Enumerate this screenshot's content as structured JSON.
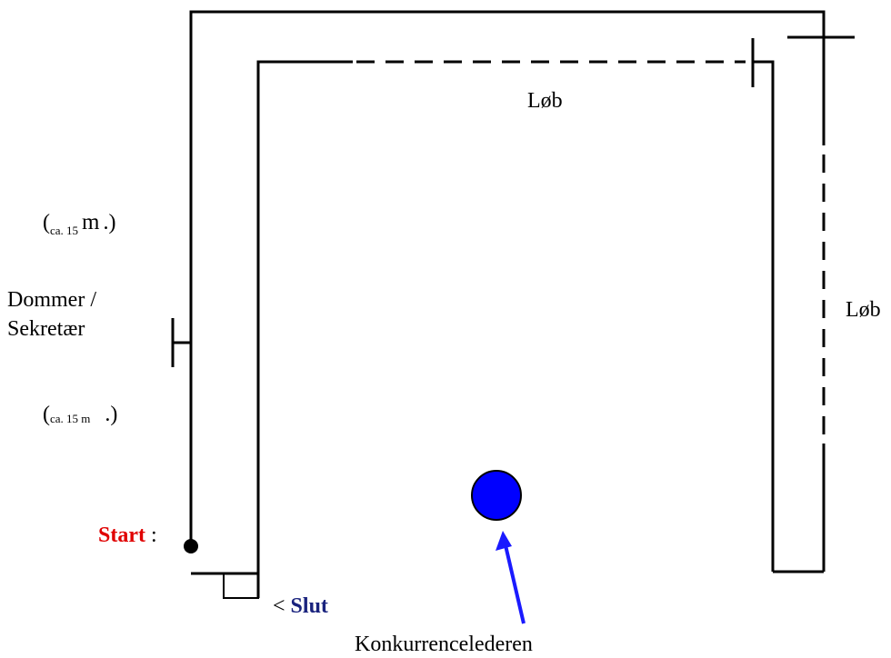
{
  "labels": {
    "lob_top": "Løb",
    "lob_right": "Løb",
    "dommer_line1": "Dommer /",
    "dommer_line2": "Sekretær",
    "distance_top": {
      "open": "(",
      "ca": "ca. 15",
      "unit": "m",
      "close": ".)"
    },
    "distance_bottom": {
      "open": "(",
      "ca": "ca. 15 m",
      "close": ".)"
    },
    "start": "Start",
    "start_colon": ":",
    "slut_prefix": "<",
    "slut": "Slut",
    "leader": "Konkurrencelederen"
  },
  "colors": {
    "start": "#e00000",
    "slut": "#1a237e",
    "leader_marker": "#0000ff",
    "arrow": "#1a1aff",
    "line": "#000000"
  }
}
